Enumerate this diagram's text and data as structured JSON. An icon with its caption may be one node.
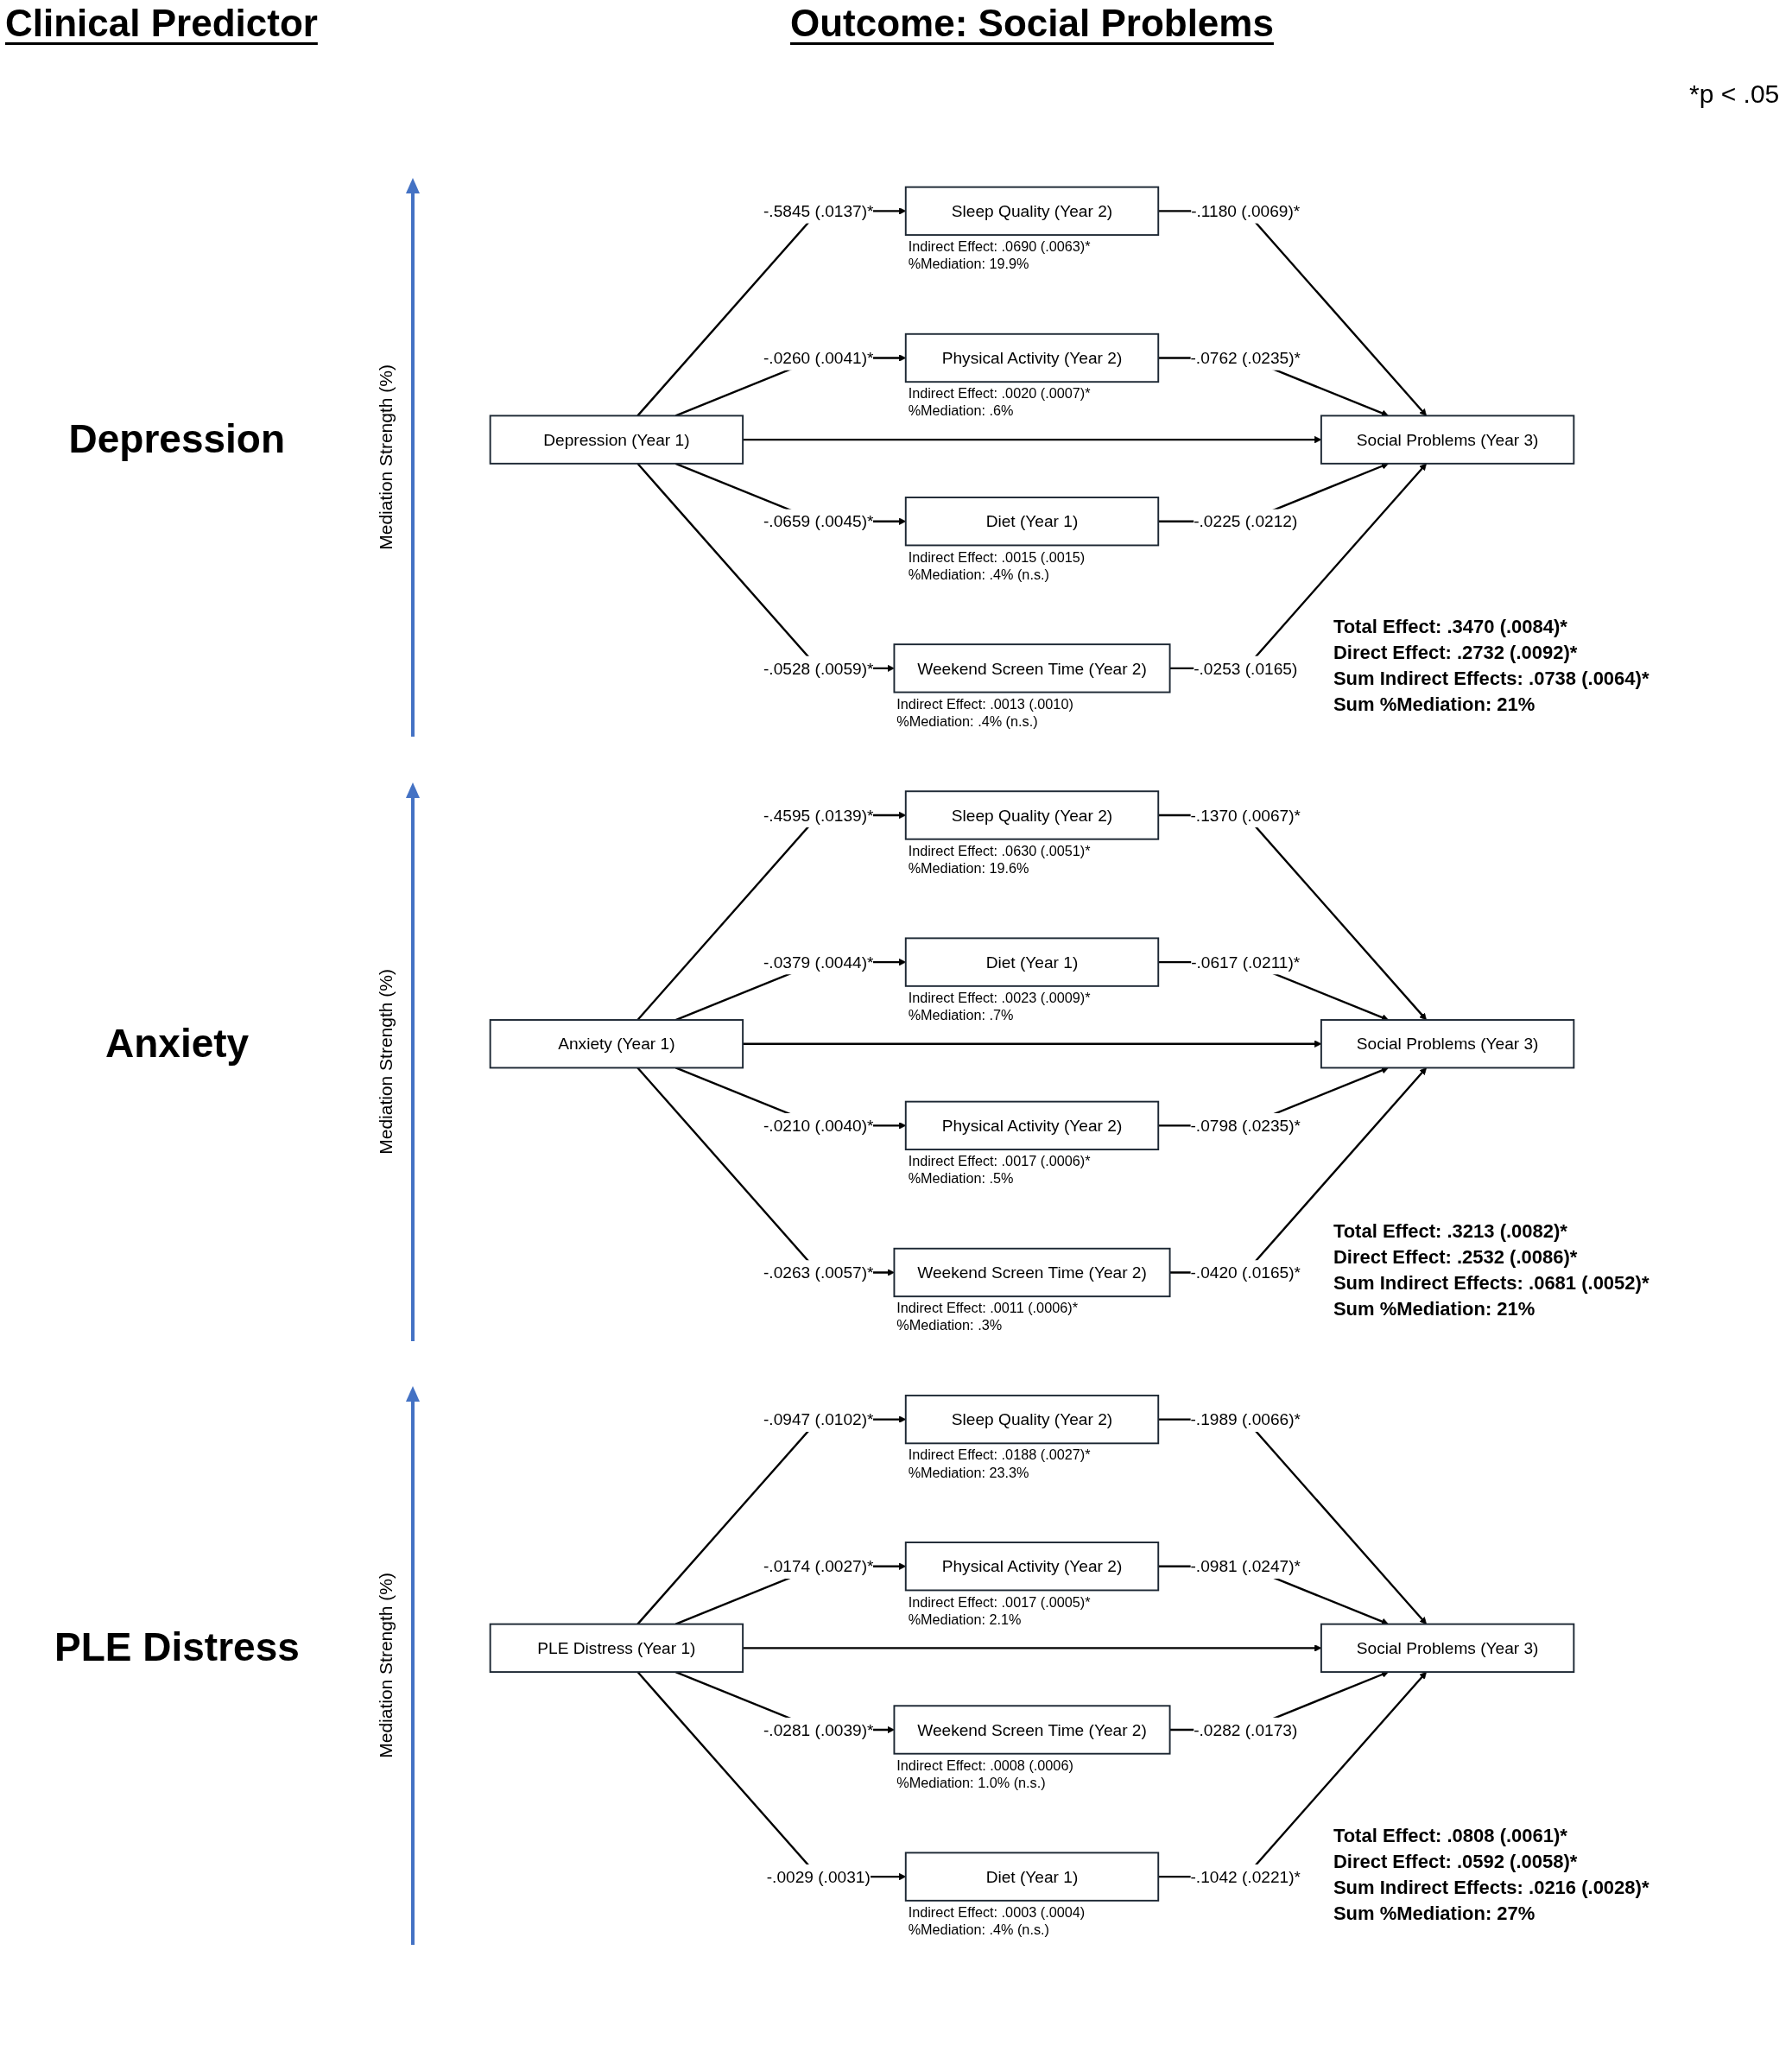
{
  "diagram": {
    "nodes": [
      {
        "text": [
          "Depression (Year 1)"
        ]
      },
      {
        "text": [
          "Sleep Quality (Year 2)"
        ],
        "beside": [
          "Indirect Effect: .0690 (.0063)*",
          "%Mediation: 19.9%"
        ]
      },
      {
        "text": [
          "Physical Activity (Year 2)"
        ],
        "beside": [
          "Indirect Effect: .0020 (.0007)*",
          "%Mediation: .6%"
        ]
      },
      {
        "text": [
          "Diet (Year 1)"
        ],
        "beside": [
          "Indirect Effect: .0015 (.0015)",
          "%Mediation: .4% (n.s.)"
        ]
      },
      {
        "text": [
          "Weekend Screen Time (Year 2)"
        ],
        "beside": [
          "Indirect Effect: .0013 (.0010)",
          "%Mediation: .4% (n.s.)"
        ]
      },
      {
        "text": [
          "Social Problems (Year 3)"
        ]
      },
      {
        "text": [
          "Anxiety (Year 1)"
        ]
      },
      {
        "text": [
          "Sleep Quality (Year 2)"
        ],
        "beside": [
          "Indirect Effect: .0630 (.0051)*",
          "%Mediation: 19.6%"
        ]
      },
      {
        "text": [
          "Diet (Year 1)"
        ],
        "beside": [
          "Indirect Effect: .0023 (.0009)*",
          "%Mediation: .7%"
        ]
      },
      {
        "text": [
          "Physical Activity (Year 2)"
        ],
        "beside": [
          "Indirect Effect: .0017 (.0006)*",
          "%Mediation: .5%"
        ]
      },
      {
        "text": [
          "Weekend Screen Time (Year 2)"
        ],
        "beside": [
          "Indirect Effect: .0011 (.0006)*",
          "%Mediation: .3%"
        ]
      },
      {
        "text": [
          "Social Problems (Year 3)"
        ]
      },
      {
        "text": [
          "PLE Distress (Year 1)"
        ]
      },
      {
        "text": [
          "Sleep Quality (Year 2)"
        ],
        "beside": [
          "Indirect Effect: .0188 (.0027)*",
          "%Mediation: 23.3%"
        ]
      },
      {
        "text": [
          "Physical Activity (Year 2)"
        ],
        "beside": [
          "Indirect Effect: .0017 (.0005)*",
          "%Mediation: 2.1%"
        ]
      },
      {
        "text": [
          "Weekend Screen Time (Year 2)"
        ],
        "beside": [
          "Indirect Effect: .0008 (.0006)",
          "%Mediation: 1.0% (n.s.)"
        ]
      },
      {
        "text": [
          "Diet (Year 1)"
        ],
        "beside": [
          "Indirect Effect: .0003 (.0004)",
          "%Mediation: .4% (n.s.)"
        ]
      },
      {
        "text": [
          "Social Problems (Year 3)"
        ]
      }
    ],
    "edges": [
      {
        "from": 0,
        "to": 1,
        "arrow": "to",
        "label": "-.5845 (.0137)*"
      },
      {
        "from": 1,
        "to": 5,
        "arrow": "to",
        "label": "-.1180 (.0069)*"
      },
      {
        "from": 0,
        "to": 2,
        "arrow": "to",
        "label": "-.0260 (.0041)*"
      },
      {
        "from": 2,
        "to": 5,
        "arrow": "to",
        "label": "-.0762 (.0235)*"
      },
      {
        "from": 0,
        "to": 5,
        "arrow": "to"
      },
      {
        "from": 0,
        "to": 3,
        "arrow": "to",
        "label": "-.0659 (.0045)*"
      },
      {
        "from": 3,
        "to": 5,
        "arrow": "to",
        "label": "-.0225 (.0212)"
      },
      {
        "from": 0,
        "to": 4,
        "arrow": "to",
        "label": "-.0528 (.0059)*"
      },
      {
        "from": 4,
        "to": 5,
        "arrow": "to",
        "label": "-.0253 (.0165)"
      },
      {
        "from": 6,
        "to": 7,
        "arrow": "to",
        "label": "-.4595 (.0139)*"
      },
      {
        "from": 7,
        "to": 11,
        "arrow": "to",
        "label": "-.1370 (.0067)*"
      },
      {
        "from": 6,
        "to": 8,
        "arrow": "to",
        "label": "-.0379 (.0044)*"
      },
      {
        "from": 8,
        "to": 11,
        "arrow": "to",
        "label": "-.0617 (.0211)*"
      },
      {
        "from": 6,
        "to": 11,
        "arrow": "to"
      },
      {
        "from": 6,
        "to": 9,
        "arrow": "to",
        "label": "-.0210 (.0040)*"
      },
      {
        "from": 9,
        "to": 11,
        "arrow": "to",
        "label": "-.0798 (.0235)*"
      },
      {
        "from": 6,
        "to": 10,
        "arrow": "to",
        "label": "-.0263 (.0057)*"
      },
      {
        "from": 10,
        "to": 11,
        "arrow": "to",
        "label": "-.0420 (.0165)*"
      },
      {
        "from": 12,
        "to": 13,
        "arrow": "to",
        "label": "-.0947 (.0102)*"
      },
      {
        "from": 13,
        "to": 17,
        "arrow": "to",
        "label": "-.1989 (.0066)*"
      },
      {
        "from": 12,
        "to": 14,
        "arrow": "to",
        "label": "-.0174 (.0027)*"
      },
      {
        "from": 14,
        "to": 17,
        "arrow": "to",
        "label": "-.0981 (.0247)*"
      },
      {
        "from": 12,
        "to": 17,
        "arrow": "to"
      },
      {
        "from": 12,
        "to": 15,
        "arrow": "to",
        "label": "-.0281 (.0039)*"
      },
      {
        "from": 15,
        "to": 17,
        "arrow": "to",
        "label": "-.0282 (.0173)"
      },
      {
        "from": 12,
        "to": 16,
        "arrow": "to",
        "label": "-.0029 (.0031)"
      },
      {
        "from": 16,
        "to": 17,
        "arrow": "to",
        "label": "-.1042 (.0221)*"
      }
    ],
    "labels": [
      "Clinical Predictor",
      "Outcome: Social Problems",
      "*p < .05",
      "Depression",
      "Mediation Strength (%)",
      "Total Effect: .3470 (.0084)*",
      "Direct Effect: .2732 (.0092)*",
      "Sum Indirect Effects: .0738 (.0064)*",
      "Sum %Mediation: 21%",
      "Anxiety",
      "Mediation Strength (%)",
      "Total Effect: .3213 (.0082)*",
      "Direct Effect: .2532 (.0086)*",
      "Sum Indirect Effects: .0681 (.0052)*",
      "Sum %Mediation: 21%",
      "PLE Distress",
      "Mediation Strength (%)",
      "Total Effect: .0808 (.0061)*",
      "Direct Effect: .0592 (.0058)*",
      "Sum Indirect Effects: .0216 (.0028)*",
      "Sum %Mediation: 27%"
    ]
  }
}
